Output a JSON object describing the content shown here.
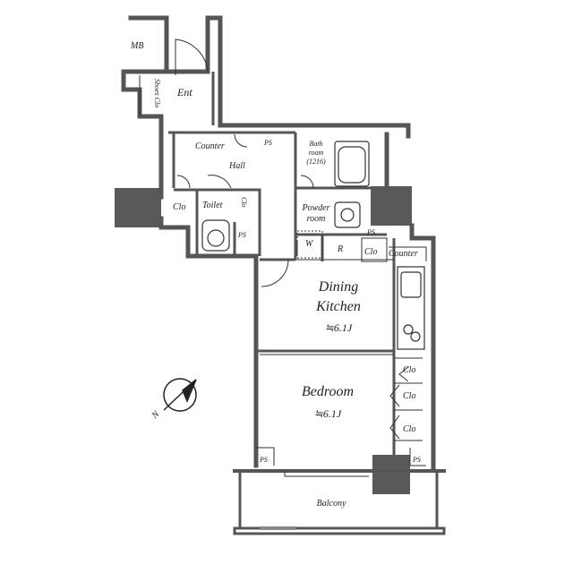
{
  "labels": {
    "mb": "MB",
    "ent": "Ent",
    "shoes_clo": "Shoes Clo",
    "counter_hall": "Counter",
    "ps_hall": "PS",
    "hall": "Hall",
    "bath_line1": "Bath",
    "bath_line2": "room",
    "bath_line3": "(1216)",
    "clo_left": "Clo",
    "toilet": "Toilet",
    "clo_toilet": "Clo",
    "ps_toilet": "PS",
    "powder_line1": "Powder",
    "powder_line2": "room",
    "w": "W",
    "r": "R",
    "ps_kitchen": "PS",
    "clo_kitchen": "Clo",
    "counter_kitchen": "Counter",
    "dining_line1": "Dining",
    "dining_line2": "Kitchen",
    "dining_area": "≒6.1J",
    "bedroom": "Bedroom",
    "bedroom_area": "≒6.1J",
    "clo_bed1": "Clo",
    "clo_bed2": "Clo",
    "clo_bed3": "Clo",
    "ps_bed_left": "PS",
    "ps_bed_right": "PS",
    "balcony": "Balcony",
    "north": "N"
  },
  "colors": {
    "wall": "#555555",
    "column": "#595959",
    "line": "#333333"
  }
}
